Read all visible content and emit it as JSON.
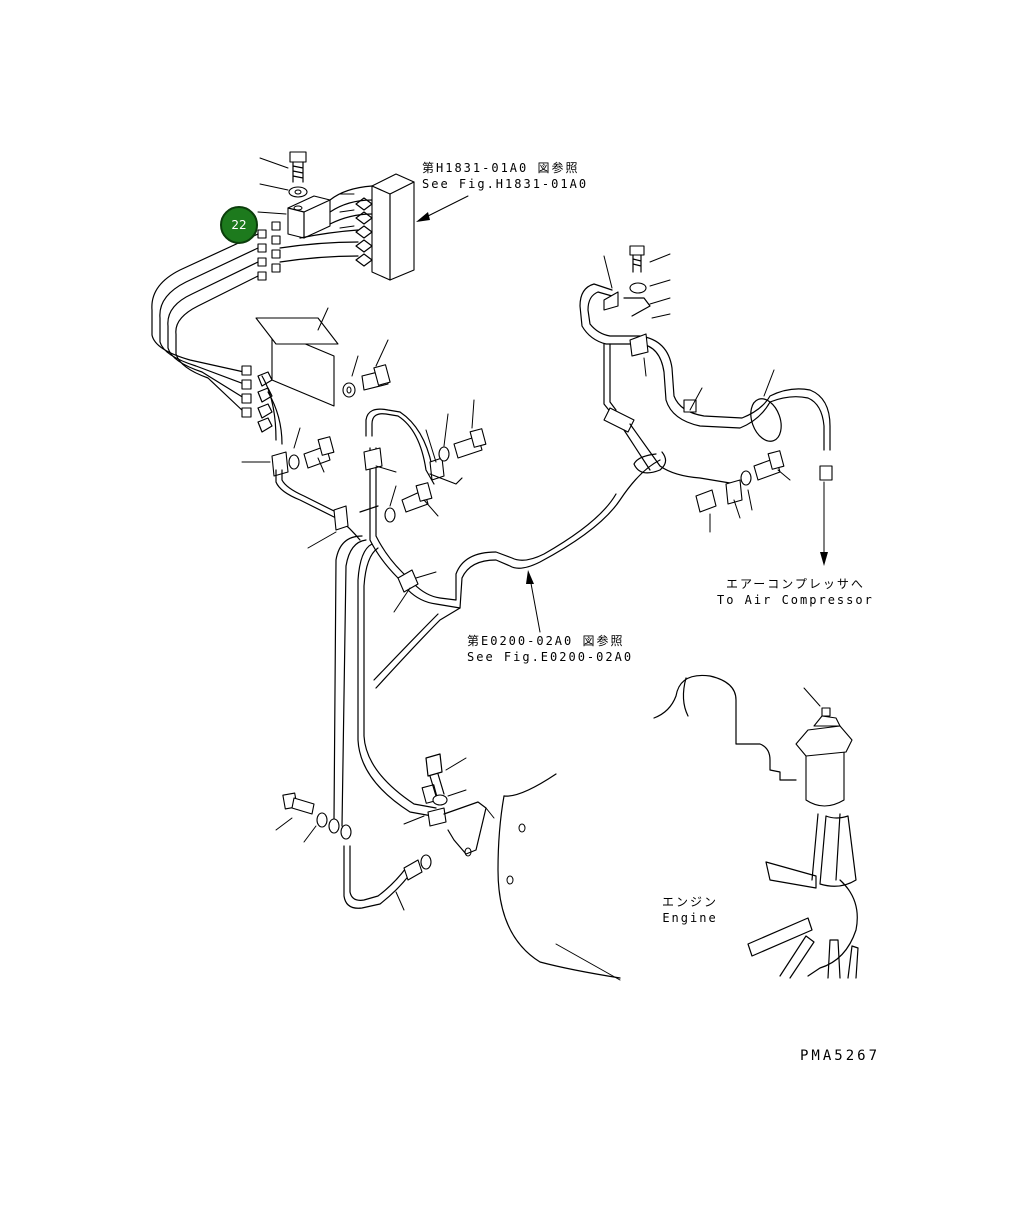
{
  "labels": {
    "ref_top_jp": "第H1831-01A0 図参照",
    "ref_top_en": "See Fig.H1831-01A0",
    "ref_mid_jp": "第E0200-02A0 図参照",
    "ref_mid_en": "See Fig.E0200-02A0",
    "air_jp": "エアーコンプレッサへ",
    "air_en": "To Air Compressor",
    "engine_jp": "エンジン",
    "engine_en": "Engine",
    "drawing_code": "PMA5267"
  },
  "callouts": [
    {
      "number": "22"
    }
  ]
}
